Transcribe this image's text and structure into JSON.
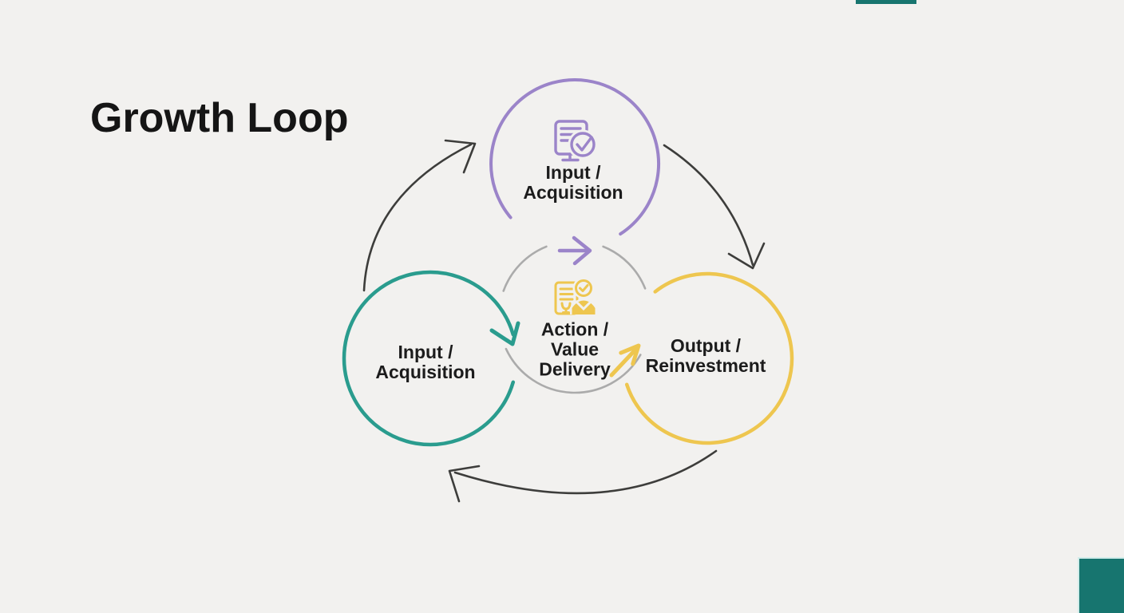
{
  "title": "Growth Loop",
  "nodes": {
    "top": {
      "lines": [
        "Input /",
        "Acquisition"
      ],
      "color": "#9b84c9",
      "icon": "document-check-icon"
    },
    "left": {
      "lines": [
        "Input /",
        "Acquisition"
      ],
      "color": "#2a9c8e"
    },
    "right": {
      "lines": [
        "Output /",
        "Reinvestment"
      ],
      "color": "#eec64f"
    },
    "center": {
      "lines": [
        "Action /",
        "Value",
        "Delivery"
      ],
      "color": "#ababab",
      "icon": "document-person-icon"
    }
  },
  "theme": {
    "background": "#f2f1ef",
    "title_color": "#151515",
    "label_color": "#1c1c1c",
    "purple": "#9b84c9",
    "teal": "#2a9c8e",
    "yellow": "#eec64f",
    "gray": "#ababab",
    "arrow_dark": "#3d3d3b",
    "corner_block": "#17756f",
    "corner_edge": "#d2ecea"
  }
}
